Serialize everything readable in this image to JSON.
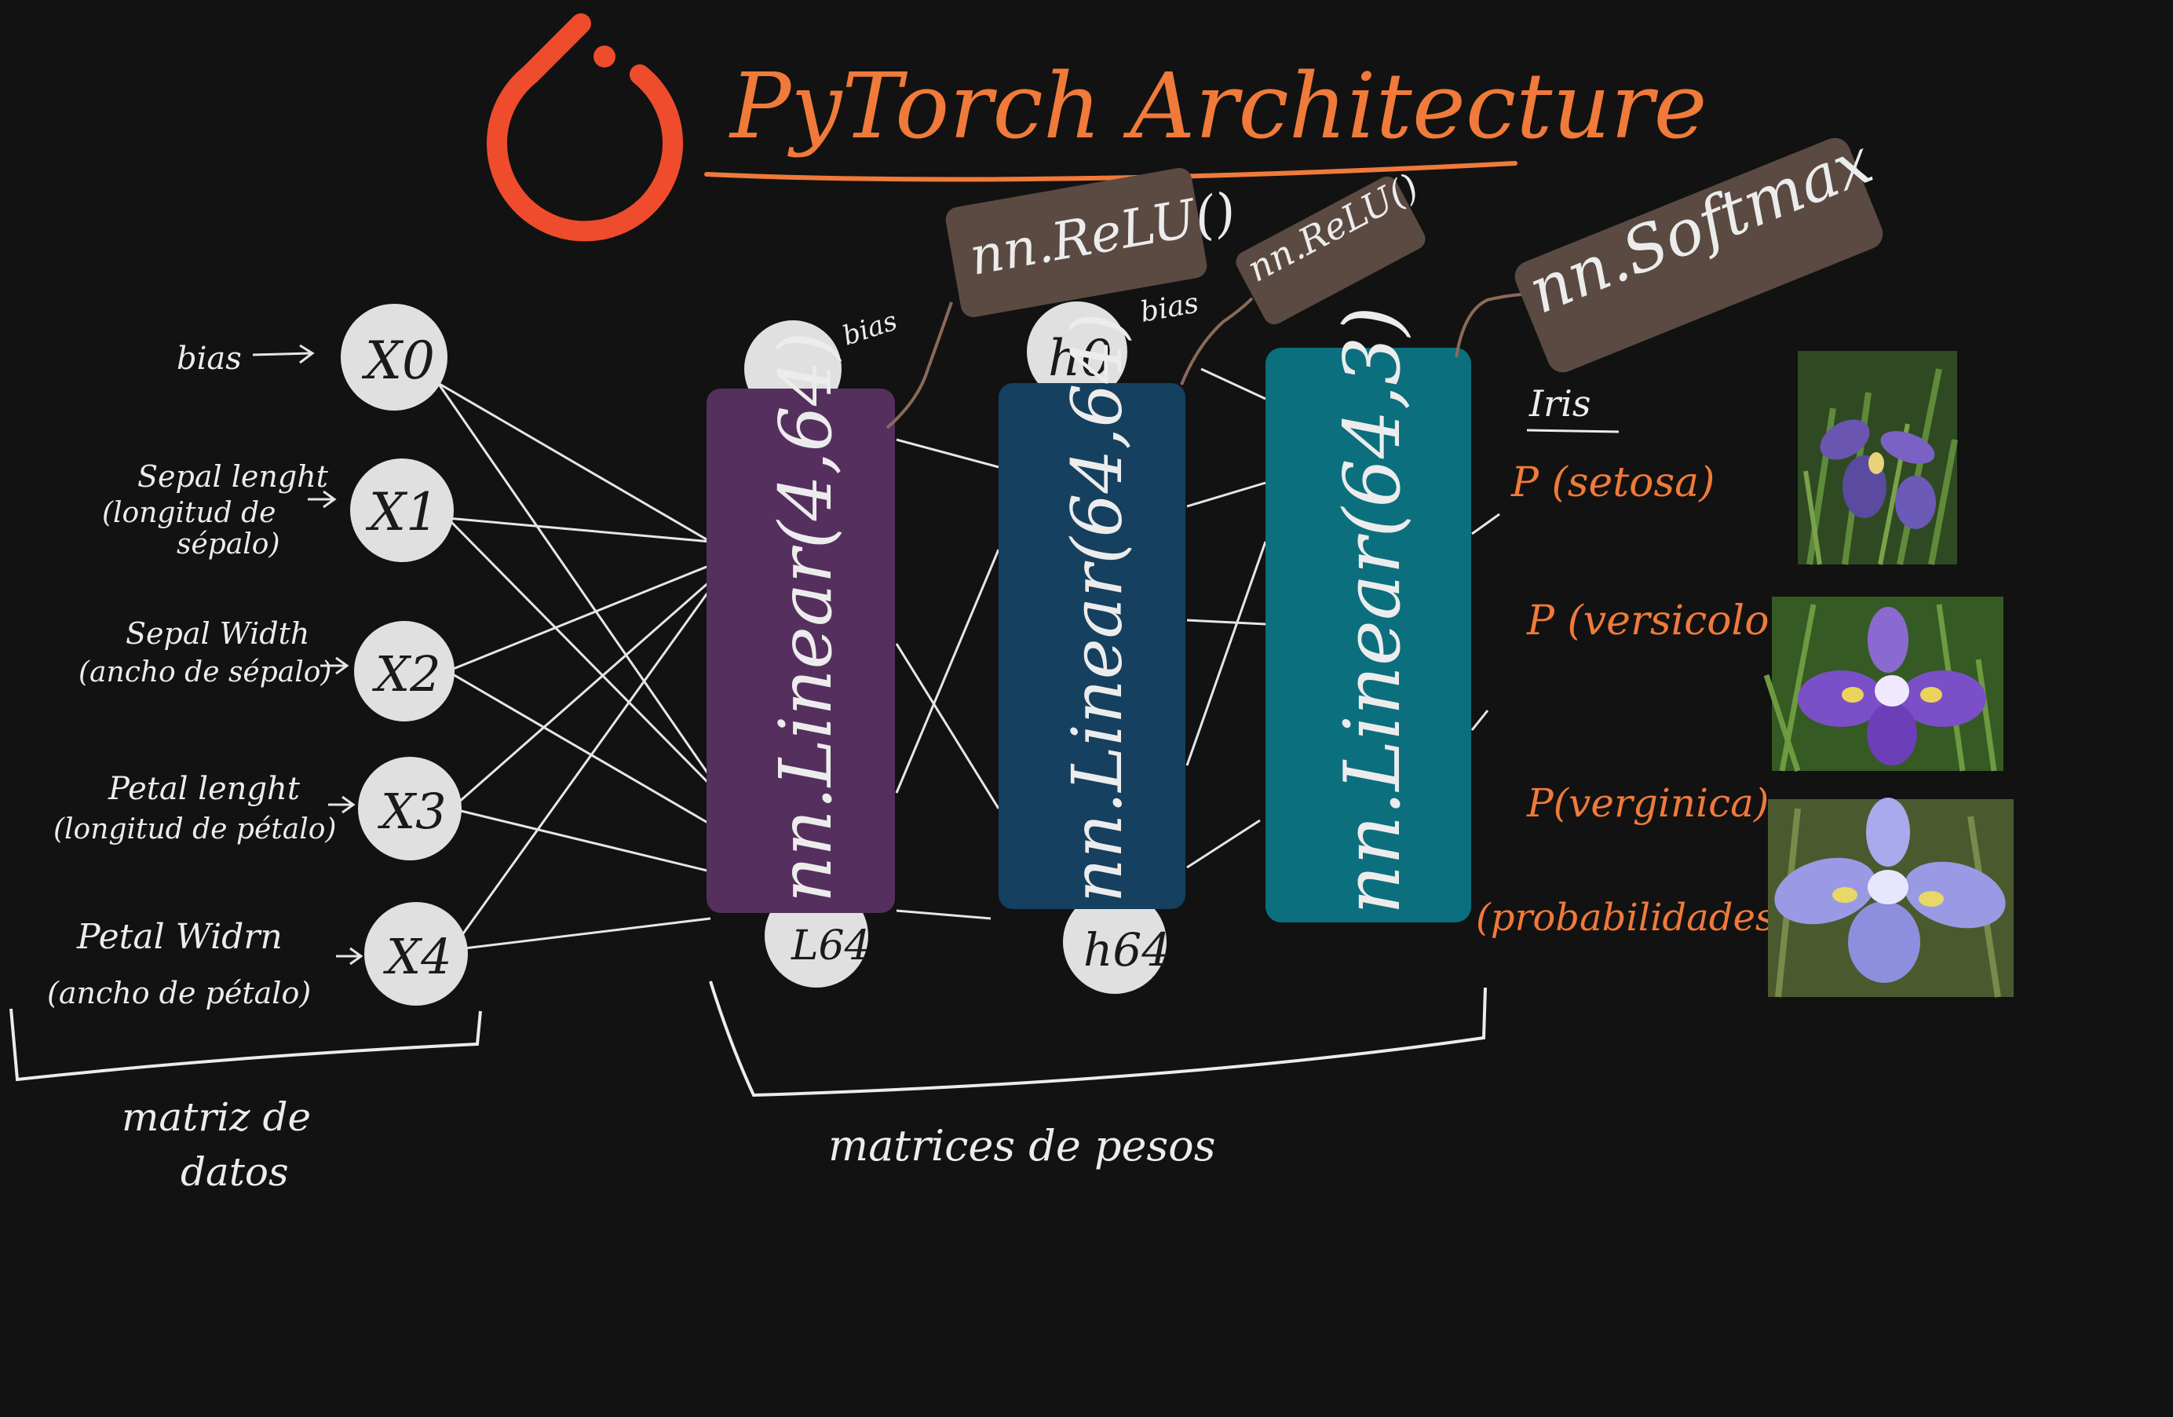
{
  "title": "PyTorch Architecture",
  "inputs": [
    {
      "id": "x0",
      "node": "X0",
      "label_lines": [
        "bias"
      ]
    },
    {
      "id": "x1",
      "node": "X1",
      "label_lines": [
        "Sepal lenght",
        "(longitud de",
        "sépalo)"
      ]
    },
    {
      "id": "x2",
      "node": "X2",
      "label_lines": [
        "Sepal Width",
        "(ancho de sépalo)"
      ]
    },
    {
      "id": "x3",
      "node": "X3",
      "label_lines": [
        "Petal lenght",
        "(longitud de pétalo)"
      ]
    },
    {
      "id": "x4",
      "node": "X4",
      "label_lines": [
        "Petal Widrn",
        "(ancho de pétalo)"
      ]
    }
  ],
  "layers": [
    {
      "id": "layer1",
      "label": "nn.Linear(4,64)",
      "color": "#55305e"
    },
    {
      "id": "layer2",
      "label": "nn.Linear(64,64)",
      "color": "#15405f"
    },
    {
      "id": "layer3",
      "label": "nn.Linear(64,3)",
      "color": "#0b6f7e"
    }
  ],
  "activations": [
    {
      "id": "relu1",
      "label": "nn.ReLU()",
      "color": "#5a4a42"
    },
    {
      "id": "relu2",
      "label": "nn.ReLU()",
      "color": "#5a4a42"
    },
    {
      "id": "softmax",
      "label": "nn.Softmax",
      "color": "#5a4a42"
    }
  ],
  "hidden_nodes": {
    "l1_top": "",
    "l1_bottom": "L64",
    "h_top": "h0",
    "h_bottom": "h64"
  },
  "bias_labels": [
    "bias",
    "bias"
  ],
  "outputs": {
    "heading": "Iris",
    "classes": [
      "P (setosa)",
      "P (versicolor)",
      "P(verginica)"
    ],
    "note": "(probabilidades)"
  },
  "brackets": {
    "data_matrix": [
      "matriz de",
      "datos"
    ],
    "weights": "matrices de pesos"
  },
  "colors": {
    "background": "#121212",
    "accent": "#f07a3a",
    "logo": "#ee4c2c",
    "ink": "#ececec"
  }
}
